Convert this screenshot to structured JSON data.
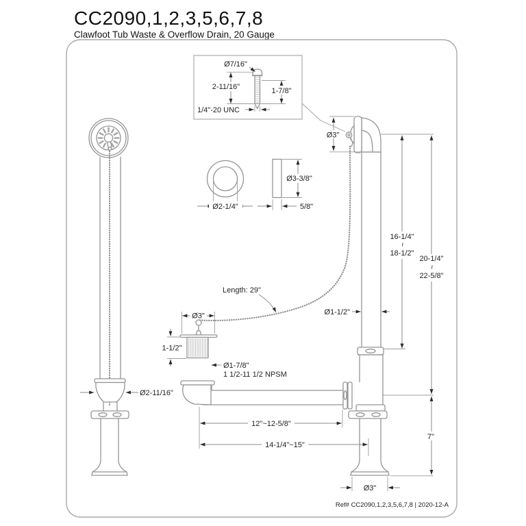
{
  "header": {
    "model": "CC2090,1,2,3,5,6,7,8",
    "subtitle": "Clawfoot Tub Waste & Overflow Drain, 20 Gauge"
  },
  "footer": {
    "ref": "Ref# CC2090,1,2,3,5,6,7,8 | 2020-12-A"
  },
  "colors": {
    "part_line": "#949494",
    "dimension_line": "#8a8a8a",
    "text": "#1f1f1f",
    "border": "#a8a8a8"
  },
  "labels": {
    "screw_head_dia": "Ø7/16\"",
    "screw_overall_length": "2-11/16\"",
    "screw_thread_length": "1-7/8\"",
    "screw_thread_spec": "1/4\"-20 UNC",
    "washer_inner_dia": "Ø2-1/4\"",
    "washer_outer_dia": "Ø3-3/8\"",
    "washer_thickness": "5/8\"",
    "overflow_plate_dia": "Ø3\"",
    "chain_length": "Length: 29\"",
    "plug_cap_dia": "Ø3\"",
    "plug_body_height": "1-1/2\"",
    "plug_thread_dia": "Ø1-7/8\"",
    "plug_thread_spec": "1 1/2-11 1/2 NPSM",
    "overflow_tube_dia": "Ø1-1/2\"",
    "shoe_coupling_dia": "Ø2-11/16\"",
    "overflow_height_min": "16-1/4\"",
    "overflow_height_max": "18-1/2\"",
    "overall_height_min": "20-1/4\"",
    "overall_height_max": "22-5/8\"",
    "range_tilde": "~",
    "waste_arm_length": "12\"~12-5/8\"",
    "overall_arm_length": "14-1/4\"~15\"",
    "center_to_floor": "7\"",
    "base_dia": "Ø3\""
  }
}
